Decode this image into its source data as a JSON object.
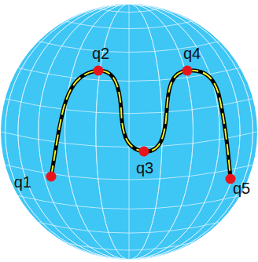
{
  "diagram": {
    "labels": [
      "q1",
      "q2",
      "q3",
      "q4",
      "q5"
    ]
  }
}
